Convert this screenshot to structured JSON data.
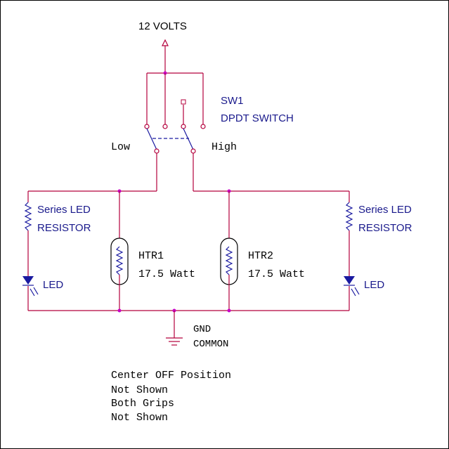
{
  "supply": {
    "label": "12 VOLTS"
  },
  "switch": {
    "ref": "SW1",
    "desc": "DPDT SWITCH",
    "low": "Low",
    "high": "High"
  },
  "left_branch": {
    "resistor_line1": "Series LED",
    "resistor_line2": "RESISTOR",
    "led": "LED"
  },
  "right_branch": {
    "resistor_line1": "Series LED",
    "resistor_line2": "RESISTOR",
    "led": "LED"
  },
  "heater1": {
    "ref": "HTR1",
    "rating": "17.5 Watt"
  },
  "heater2": {
    "ref": "HTR2",
    "rating": "17.5 Watt"
  },
  "ground": {
    "line1": "GND",
    "line2": "COMMON"
  },
  "notes": [
    "Center OFF Position",
    "Not Shown",
    "Both Grips",
    "Not Shown"
  ],
  "colors": {
    "wire": "#b4003c",
    "component": "#1a1aa0",
    "text": "#000000",
    "label": "#1a1a8c"
  }
}
